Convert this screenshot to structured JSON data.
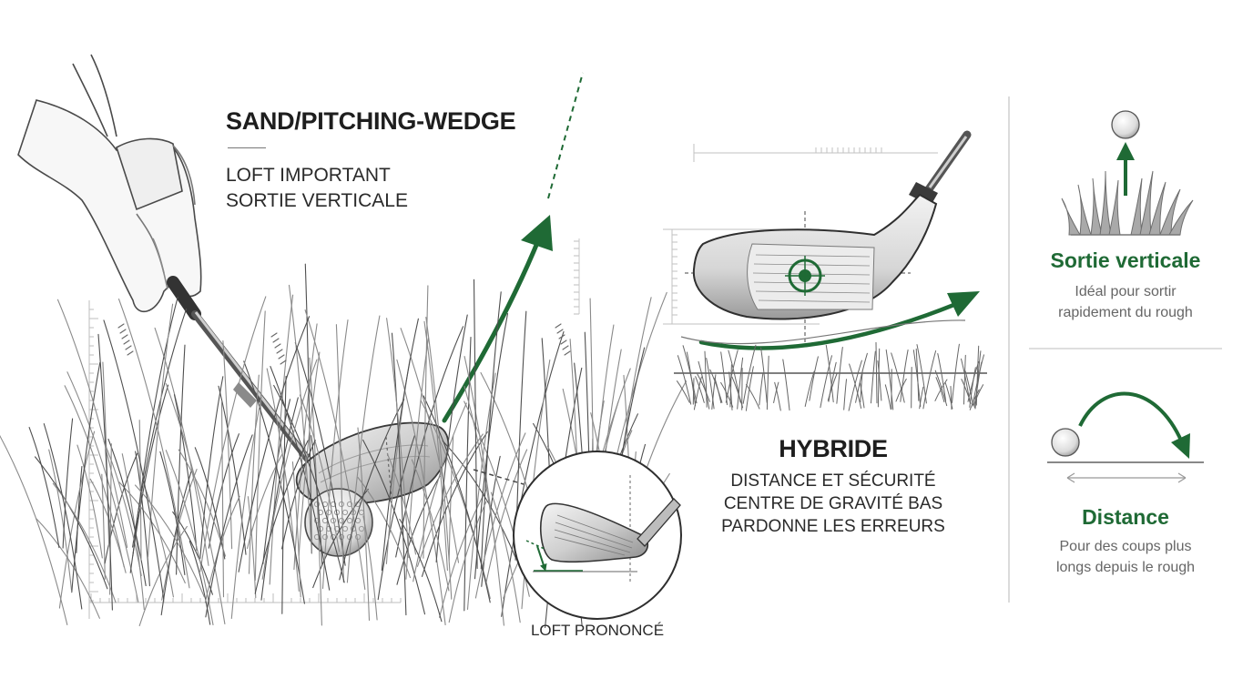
{
  "wedge": {
    "title": "SAND/PITCHING-WEDGE",
    "lines": [
      "LOFT IMPORTANT",
      "SORTIE VERTICALE"
    ],
    "inset_caption": "LOFT PRONONCÉ"
  },
  "hybrid": {
    "title": "HYBRIDE",
    "lines": [
      "DISTANCE ET SÉCURITÉ",
      "CENTRE DE GRAVITÉ BAS",
      "PARDONNE LES ERREURS"
    ]
  },
  "side": {
    "vertical": {
      "title": "Sortie verticale",
      "lines": [
        "Idéal pour sortir",
        "rapidement du rough"
      ]
    },
    "distance": {
      "title": "Distance",
      "lines": [
        "Pour des coups plus",
        "longs depuis le rough"
      ]
    }
  },
  "colors": {
    "accent_green": "#1f6a35",
    "ink": "#3a3a3a",
    "rule": "#c8c8c8"
  }
}
